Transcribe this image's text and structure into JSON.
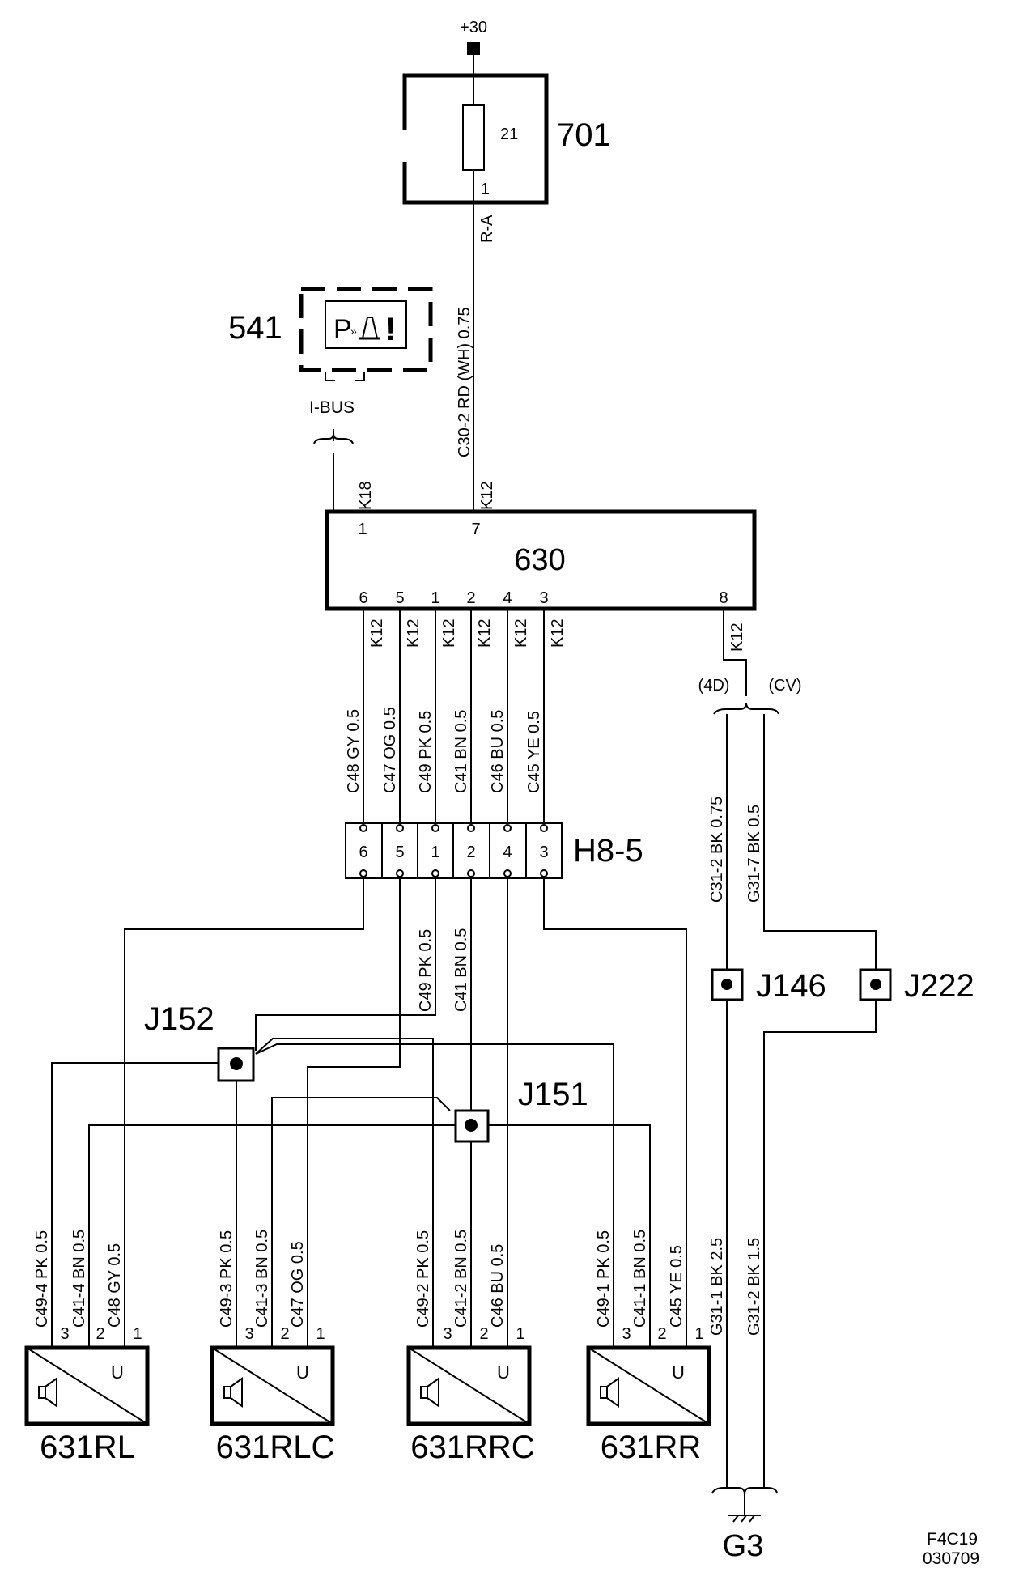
{
  "supply": "+30",
  "fusebox": {
    "id": "701",
    "fuse": "21",
    "pin": "1",
    "wire_ref": "R-A"
  },
  "feed_wire": {
    "label": "C30-2  RD (WH) 0.75",
    "conn": "K12"
  },
  "display": {
    "id": "541",
    "bus": "I-BUS",
    "conn": "K18"
  },
  "module": {
    "id": "630",
    "top_pins": [
      "1",
      "7"
    ],
    "bottom_pins": [
      "6",
      "5",
      "1",
      "2",
      "4",
      "3"
    ],
    "ground_pin": "8",
    "conn": "K12"
  },
  "module_wires": [
    "C48  GY  0.5",
    "C47  OG  0.5",
    "C49  PK  0.5",
    "C41  BN  0.5",
    "C46  BU  0.5",
    "C45  YE  0.5"
  ],
  "variants": [
    "(4D)",
    "(CV)"
  ],
  "connector": {
    "id": "H8-5",
    "pins": [
      "6",
      "5",
      "1",
      "2",
      "4",
      "3"
    ]
  },
  "branch_wires": [
    "C49  PK  0.5",
    "C41  BN  0.5"
  ],
  "ground_wires_upper": [
    "C31-2  BK  0.75",
    "G31-7  BK  0.5"
  ],
  "ground_wires_lower": [
    "G31-1  BK  2.5",
    "G31-2  BK  1.5"
  ],
  "junctions": [
    "J152",
    "J151",
    "J146",
    "J222"
  ],
  "sensors": [
    {
      "id": "631RL",
      "wires": [
        "C49-4  PK  0.5",
        "C41-4  BN  0.5",
        "C48  GY  0.5"
      ],
      "pins": [
        "3",
        "2",
        "1"
      ],
      "mark": "U"
    },
    {
      "id": "631RLC",
      "wires": [
        "C49-3  PK  0.5",
        "C41-3  BN  0.5",
        "C47  OG  0.5"
      ],
      "pins": [
        "3",
        "2",
        "1"
      ],
      "mark": "U"
    },
    {
      "id": "631RRC",
      "wires": [
        "C49-2  PK  0.5",
        "C41-2  BN  0.5",
        "C46  BU  0.5"
      ],
      "pins": [
        "3",
        "2",
        "1"
      ],
      "mark": "U"
    },
    {
      "id": "631RR",
      "wires": [
        "C49-1  PK  0.5",
        "C41-1  BN  0.5",
        "C45  YE  0.5"
      ],
      "pins": [
        "3",
        "2",
        "1"
      ],
      "mark": "U"
    }
  ],
  "ground": "G3",
  "doc_code": [
    "F4C19",
    "030709"
  ]
}
